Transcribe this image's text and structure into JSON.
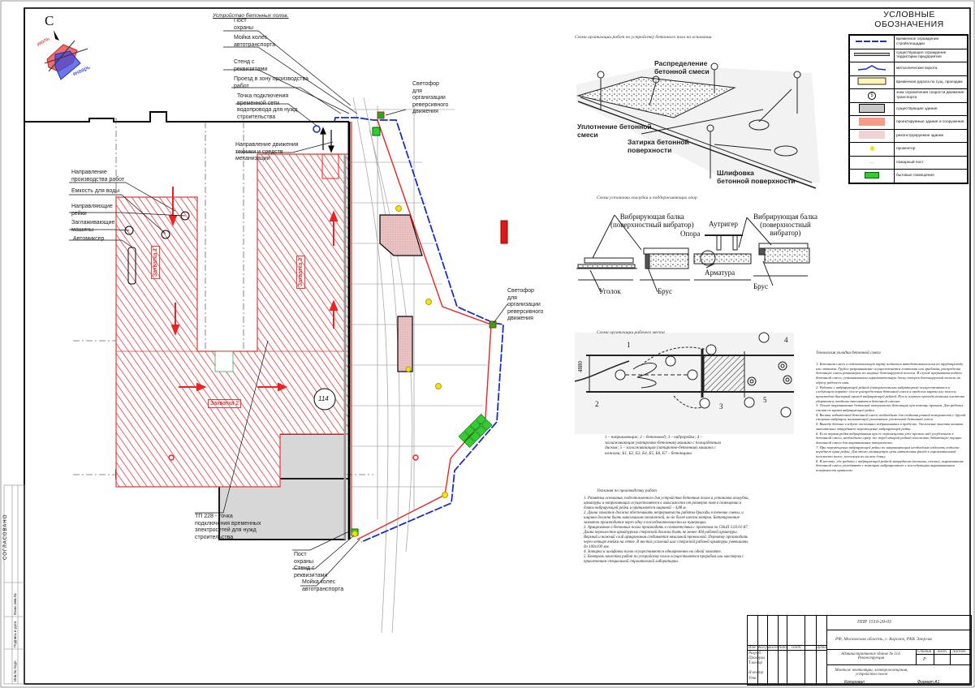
{
  "drawing": {
    "title": "Устройство бетонных полов.",
    "compass": {
      "north": "С",
      "summer": "июль",
      "winter": "январь"
    },
    "building_number": "114",
    "zones": [
      "Захватка 1",
      "Захватка 2",
      "Захватка 3"
    ],
    "callouts_top": [
      "Пост\nохраны",
      "Мойка колес\nавтотранспорта",
      "Стенд с\nреквизитами",
      "Проезд в зону производства\nработ",
      "Точка подключения\nвременной сети\nводопровода для нужд\nстроительства",
      "Направление движения\nтехники и средств\nмеханизации"
    ],
    "callouts_left": [
      "Направление\nпроизводства работ",
      "Емкость для воды",
      "Направляющие\nрейки",
      "Заглаживающие\nмашины",
      "Автомиксер"
    ],
    "callouts_bottom": [
      "ТП 228 - точка\nподключения временных\nэлектросетей для нужд\nстроительства",
      "Пост\nохраны",
      "Стенд с\nреквизитами",
      "Мойка колес\nавтотранспорта"
    ],
    "traffic_light_1": "Светофор\nдля\nорганизации\nреверсивного\nдвижения",
    "traffic_light_2": "Светофор\nдля\nорганизации\nреверсивного\nдвижения"
  },
  "figures": {
    "fig1_caption": "Схема организации работ по устройству бетонного пола на основании",
    "fig1_labels": [
      "Распределение\nбетонной смеси",
      "Уплотнение бетонной\nсмеси",
      "Затирка бетонной\nповерхности",
      "Шлифовка\nбетонной поверхности"
    ],
    "fig2_caption": "Схема установки опалубки и поддерживающих опор",
    "fig2_labels": [
      "Вибрирующая балка\n(поверхностный вибратор)",
      "Аутригер",
      "Опора",
      "Вибрирующая балка\n(поверхностный\nвибратор)",
      "Уголок",
      "Брус",
      "Арматура",
      "Брус"
    ],
    "fig3_caption": "Схема организации рабочего места",
    "fig3_dimension": "4880",
    "fig3_numbers": [
      "1",
      "2",
      "3",
      "4",
      "5"
    ],
    "fig3_legend": "1 – направляющие; 2 – бетоновод; 3 – виброрейка; 4 – заглаживающая (затирочно-бетонная) машина с площадочным диском; 5 – заглаживающая (затирочно-бетонная) машина с ножами; Б1, Б2, Б3, Б4, Б5, Б6, Б7 – бетонщики"
  },
  "notes": {
    "instructions_title": "Указания по производству работ",
    "instructions": "1. Разметка основания, подготовленного для устройства бетонных полов и установка опалубки, арматуры и направляющих осуществляется в зависимости от размеров поля в помещении и длины вибрирующей рейки и принимается шириной – 4,88 м.\n2. Длина захваток должна обеспечивать непрерывность работы бригады в течение смены, а ширина должна быть максимально возможной, но не более шести метров. Бетонирование захваток производится через одну в последовательности их нумерации.\n3. Армирование в бетонных полах производить в соответствии с проектом по СНиП 3.03.01-87. Длина перехлестов арматурных стержней должна быть не менее 40d рабочей арматуры. Верхний и нижний слой армирования соединяется вязальной проволокой. Перевязку производить через четыре ячейки на сетке. В местах усилений шаг стержней рабочей арматуры уменьшить до 100х100 мм.\n4. Затирка и шлифовка полов осуществляются одновременно на одной захватке.\n5. Контроль качества работ по устройству полов осуществляется прорабом или мастером с привлечением специальной строительной лаборатории.",
    "technology_title": "Технология укладки бетонной смеси",
    "technology": "1. Бетонная смесь в подготовленную карту подается автобетононасосом по трубопроводу или лотками. Грубое разравнивание осуществляется лопатами или граблями, распределив бетонную смесь равномерно по ширине бетонируемой полосы. В случае прерывания подачи бетонной смеси, устанавливаем ограничительную доску поперек бетонируемой полосы по обрезу рабочего шва.\n2. Работы с вибрирующей рейкой (поверхностным вибратором) осуществляются в следующем порядке: после распределения бетонной смеси в пределах карты или полосы производим быстрый проход вибрирующей рейкой. После первого прохода излишки частично убираются, впадины заполняются бетонной смесью.\n3. Точное выравнивание бетонной поверхности бетонщик при помощи правила. Два рабочих стоят по краям вибрирующей рейки.\n4. Валики избыточной бетонной смеси необходимо для создания ровной поверхности с другой стороны вибрации, вызывающей уплотнение уложенной бетонной смеси.\n5. Выходу бетона следует постоянно подравнивать в пределах. Увеличение высоты валиков значительно затрудняет перемещение вибрирующей рейки.\n6. Если первая рейка вибрирования при ее перемещении уже прошла над углублением в бетонной смеси, необходимо сразу же перед второй рейкой положить добавочную порцию бетонной смеси для выравнивания поверхности.\n7. При перемещении вибрирующей рейки по направляющим необходимо избегать подъема переднего края рейки. Для этого упомянутую цепь натяжения фалей в горизонтальной плоскости полос, используя их на всю длину.\n8. В местах, где работа с вибрирующей рейкой затруднена (колонны, стены), выравнивание бетонной смеси уплотняют с помощью вибрационного с последующим выравниванием поверхности правилом."
  },
  "legend": {
    "title": "УСЛОВНЫЕ   ОБОЗНАЧЕНИЯ",
    "items": [
      {
        "icon": "temporary-fence-icon",
        "label": "временное ограждение стройплощадки"
      },
      {
        "icon": "existing-fence-icon",
        "label": "существующее ограждение территории предприятия"
      },
      {
        "icon": "metal-gate-icon",
        "label": "металлические ворота"
      },
      {
        "icon": "temporary-road-icon",
        "label": "временная дорога по сущ. проездам"
      },
      {
        "icon": "speed-limit-sign-icon",
        "label": "знак ограничения скорости движения транспорта"
      },
      {
        "icon": "existing-building-icon",
        "label": "существующие здания"
      },
      {
        "icon": "designed-building-icon",
        "label": "проектируемые здания и сооружения"
      },
      {
        "icon": "reconstructed-building-icon",
        "label": "реконструируемое здание"
      },
      {
        "icon": "floodlight-icon",
        "label": "прожектор"
      },
      {
        "icon": "fire-post-icon",
        "label": "пожарный пост"
      },
      {
        "icon": "site-cabin-icon",
        "label": "бытовые помещения"
      }
    ],
    "speed_sign_value": "5"
  },
  "title_block": {
    "code": "ППР 1510-20-03",
    "location": "РФ, Московская область, г. Королев, РКК Энергия",
    "object": "Административное здание № 114. Реконструкция",
    "sheet_title": "Монтаж вентиляции, электроосвещения, устройство полов",
    "stage_header": "Стадия",
    "sheet_header": "Лист",
    "sheets_header": "Листов",
    "stage": "Р",
    "col_headers": [
      "Изм.",
      "Кол.уч",
      "Лист",
      "№док",
      "Подп.",
      "Дата"
    ],
    "roles": [
      "Разраб.",
      "Проверил",
      "Т.контр",
      "Н.контр",
      "Утв."
    ],
    "copied": "Копировал",
    "format": "Формат А1"
  },
  "side_stamp": {
    "agreed": "СОГЛАСОВАНО",
    "fields": [
      "Взам. инв.№",
      "Подпись и дата",
      "Инв.№ подл."
    ]
  },
  "colors": {
    "fence": "#1a2ccc",
    "hatch": "#e33a3a",
    "existing": "#cfcfcf",
    "cabin": "#2fcf2f",
    "floodlight": "#f2e21a"
  }
}
